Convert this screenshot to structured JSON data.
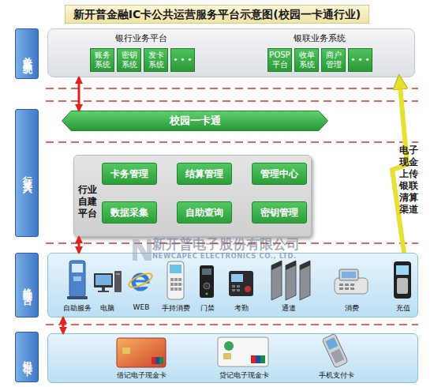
{
  "diagram": {
    "title": "新开普金融IC卡公共运营服务平台示意图(校园一卡通行业)",
    "nodes": [
      {
        "text": [
          "关联系统"
        ]
      },
      {
        "text": [
          "银行业务平台",
          "银联业务系统"
        ]
      },
      {
        "text": [
          "账务系统"
        ],
        "in": 1
      },
      {
        "text": [
          "密钥系统"
        ],
        "in": 1
      },
      {
        "text": [
          "发卡系统"
        ],
        "in": 1
      },
      {
        "text": [
          "• • •"
        ],
        "in": 1
      },
      {
        "text": [
          "POSP平台"
        ],
        "in": 1
      },
      {
        "text": [
          "收单系统"
        ],
        "in": 1
      },
      {
        "text": [
          "商户管理"
        ],
        "in": 1
      },
      {
        "text": [
          "• • •"
        ],
        "in": 1
      },
      {
        "text": [
          "行业接入"
        ]
      },
      {
        "text": [
          "校园一卡通"
        ]
      },
      {
        "text": [
          "行业自建平台"
        ]
      },
      {
        "text": [
          "卡务管理"
        ],
        "in": 12
      },
      {
        "text": [
          "结算管理"
        ],
        "in": 12
      },
      {
        "text": [
          "管理中心"
        ],
        "in": 12
      },
      {
        "text": [
          "数据采集"
        ],
        "in": 12
      },
      {
        "text": [
          "自助查询"
        ],
        "in": 12
      },
      {
        "text": [
          "密钥管理"
        ],
        "in": 12
      },
      {
        "text": [
          "终端平台"
        ]
      },
      {
        "text": [
          "自助服务",
          "电脑",
          "WEB",
          "手持消费",
          "门禁",
          "考勤",
          "通道",
          "消费",
          "充值"
        ]
      },
      {
        "text": [
          "银行卡"
        ]
      },
      {
        "text": [
          "借记电子现金卡",
          "贷记电子现金卡",
          "手机支付卡"
        ]
      }
    ],
    "edges": [
      {
        "from": 1,
        "to": 11,
        "arrow": "both"
      },
      {
        "from": 12,
        "to": 20,
        "arrow": "both"
      },
      {
        "from": 20,
        "to": 22,
        "arrow": "both"
      },
      {
        "from": 20,
        "to": 1,
        "arrow": "to",
        "label": "电子现金上传银联清算渠道"
      }
    ],
    "labels": [
      "新开普电子股份有限公司",
      "NEWCAPEC ELECTRONICS CO., LTD."
    ]
  }
}
